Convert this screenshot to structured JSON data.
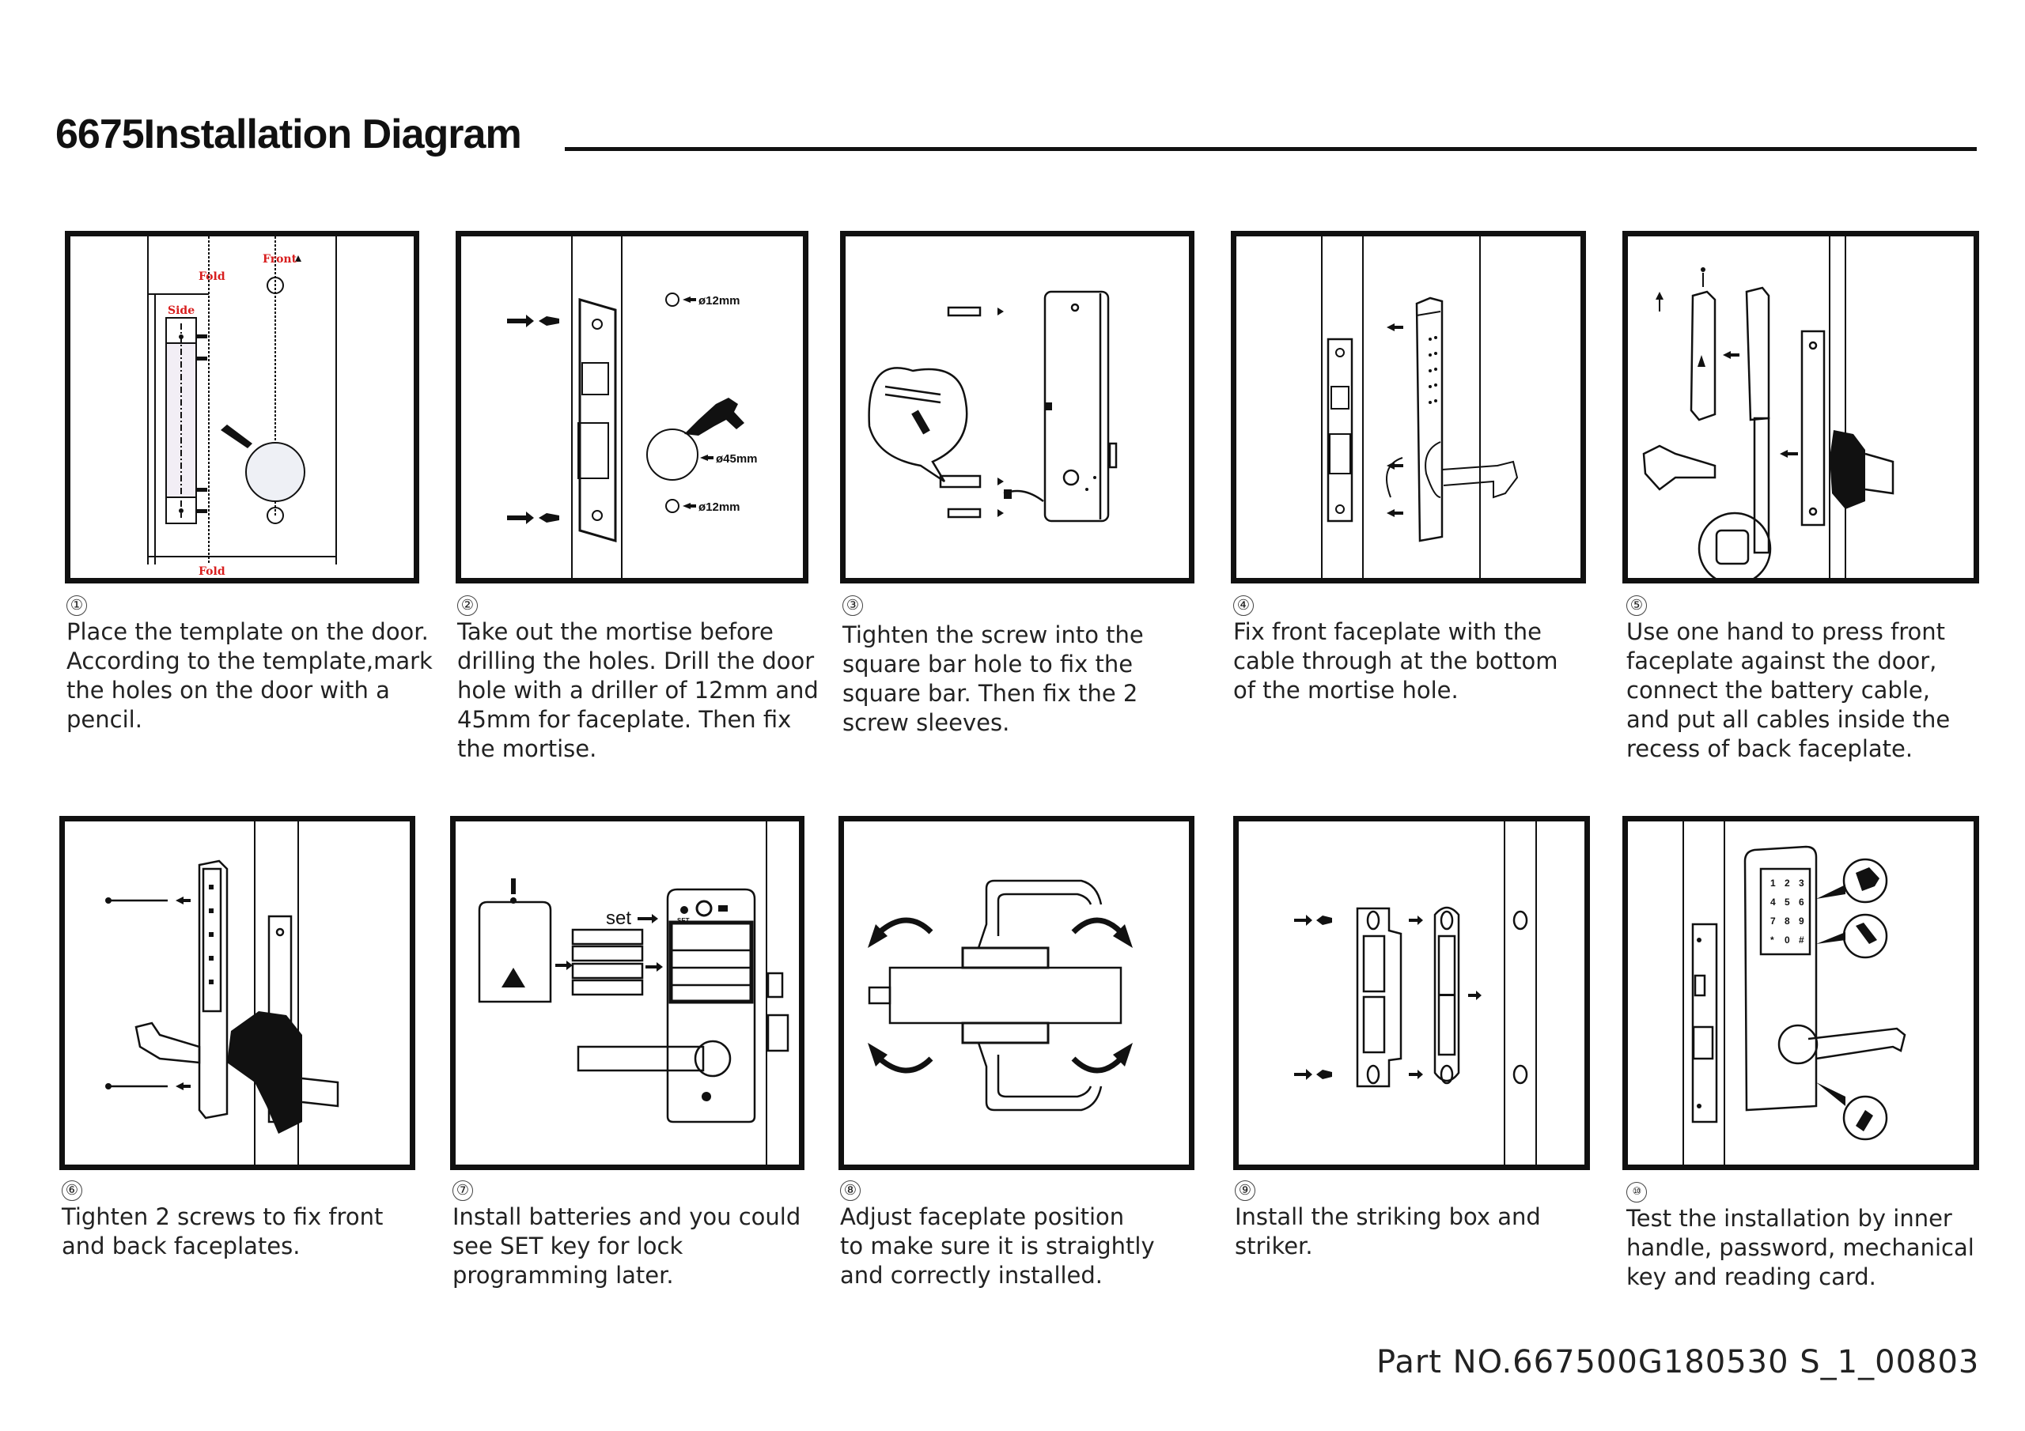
{
  "header": {
    "title": "6675Installation Diagram"
  },
  "steps": [
    {
      "number": "①",
      "text": "Place the template on the door.\nAccording to the template,mark\nthe holes on the door with a\npencil.",
      "labels": {
        "fold_top": "Fold",
        "front": "Front",
        "side": "Side",
        "fold_bottom": "Fold"
      }
    },
    {
      "number": "②",
      "text": "Take out the mortise before\ndrilling the holes. Drill the door\nhole with a driller of 12mm and\n45mm for faceplate. Then fix\nthe mortise.",
      "labels": {
        "hole_top": "ø12mm",
        "hole_center": "ø45mm",
        "hole_bottom": "ø12mm"
      }
    },
    {
      "number": "③",
      "text": "Tighten the screw into the\nsquare bar hole to fix the\nsquare bar. Then fix the 2\nscrew sleeves."
    },
    {
      "number": "④",
      "text": "Fix front faceplate with the\ncable through at the bottom\nof the mortise hole."
    },
    {
      "number": "⑤",
      "text": "Use one hand to press front\nfaceplate against the door,\nconnect the battery cable,\nand put all cables inside the\nrecess of back faceplate."
    },
    {
      "number": "⑥",
      "text": "Tighten 2 screws to fix front\nand back faceplates."
    },
    {
      "number": "⑦",
      "text": "Install batteries and you could\nsee SET key for lock\nprogramming later.",
      "labels": {
        "set": "set",
        "set_key": "SET"
      }
    },
    {
      "number": "⑧",
      "text": "Adjust faceplate position\nto make sure it is straightly\nand correctly installed."
    },
    {
      "number": "⑨",
      "text": "Install the striking box and\nstriker."
    },
    {
      "number": "⑩",
      "text": "Test the installation by inner\nhandle, password, mechanical\nkey and reading card.",
      "keypad": [
        "1",
        "2",
        "3",
        "4",
        "5",
        "6",
        "7",
        "8",
        "9",
        "*",
        "0",
        "#"
      ]
    }
  ],
  "footer": {
    "part_number": "Part  NO.667500G180530 S_1_00803"
  },
  "colors": {
    "ink": "#111111",
    "template_label": "#d81e1e"
  }
}
